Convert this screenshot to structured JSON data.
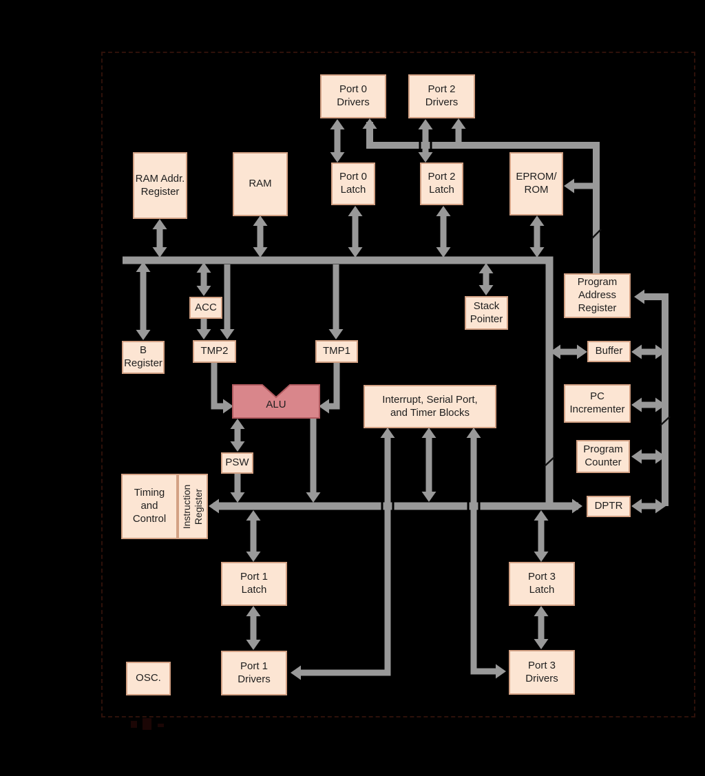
{
  "palette": {
    "background": "#000000",
    "box_fill": "#fce5d3",
    "box_stroke": "#d3a184",
    "alu_fill": "#d9868b",
    "alu_stroke": "#b25b60",
    "connector": "#999999",
    "text": "#1e1e1e",
    "frame_dash": "#2e110a"
  },
  "nodes": {
    "port0_drivers": {
      "label": "Port 0\nDrivers"
    },
    "port2_drivers": {
      "label": "Port 2\nDrivers"
    },
    "ram_addr_register": {
      "label": "RAM Addr.\nRegister"
    },
    "ram": {
      "label": "RAM"
    },
    "port0_latch": {
      "label": "Port 0\nLatch"
    },
    "port2_latch": {
      "label": "Port 2\nLatch"
    },
    "eprom_rom": {
      "label": "EPROM/\nROM"
    },
    "program_address_register": {
      "label": "Program\nAddress\nRegister"
    },
    "acc": {
      "label": "ACC"
    },
    "stack_pointer": {
      "label": "Stack\nPointer"
    },
    "b_register": {
      "label": "B\nRegister"
    },
    "tmp2": {
      "label": "TMP2"
    },
    "tmp1": {
      "label": "TMP1"
    },
    "buffer": {
      "label": "Buffer"
    },
    "alu": {
      "label": "ALU"
    },
    "interrupt_block": {
      "label": "Interrupt, Serial Port,\nand Timer Blocks"
    },
    "pc_incrementer": {
      "label": "PC\nIncrementer"
    },
    "program_counter": {
      "label": "Program\nCounter"
    },
    "psw": {
      "label": "PSW"
    },
    "timing_control": {
      "label": "Timing\nand\nControl"
    },
    "instruction_register": {
      "label": "Instruction\nRegister"
    },
    "dptr": {
      "label": "DPTR"
    },
    "port1_latch": {
      "label": "Port 1\nLatch"
    },
    "port3_latch": {
      "label": "Port 3\nLatch"
    },
    "port1_drivers": {
      "label": "Port 1\nDrivers"
    },
    "port3_drivers": {
      "label": "Port 3\nDrivers"
    },
    "osc": {
      "label": "OSC."
    }
  }
}
